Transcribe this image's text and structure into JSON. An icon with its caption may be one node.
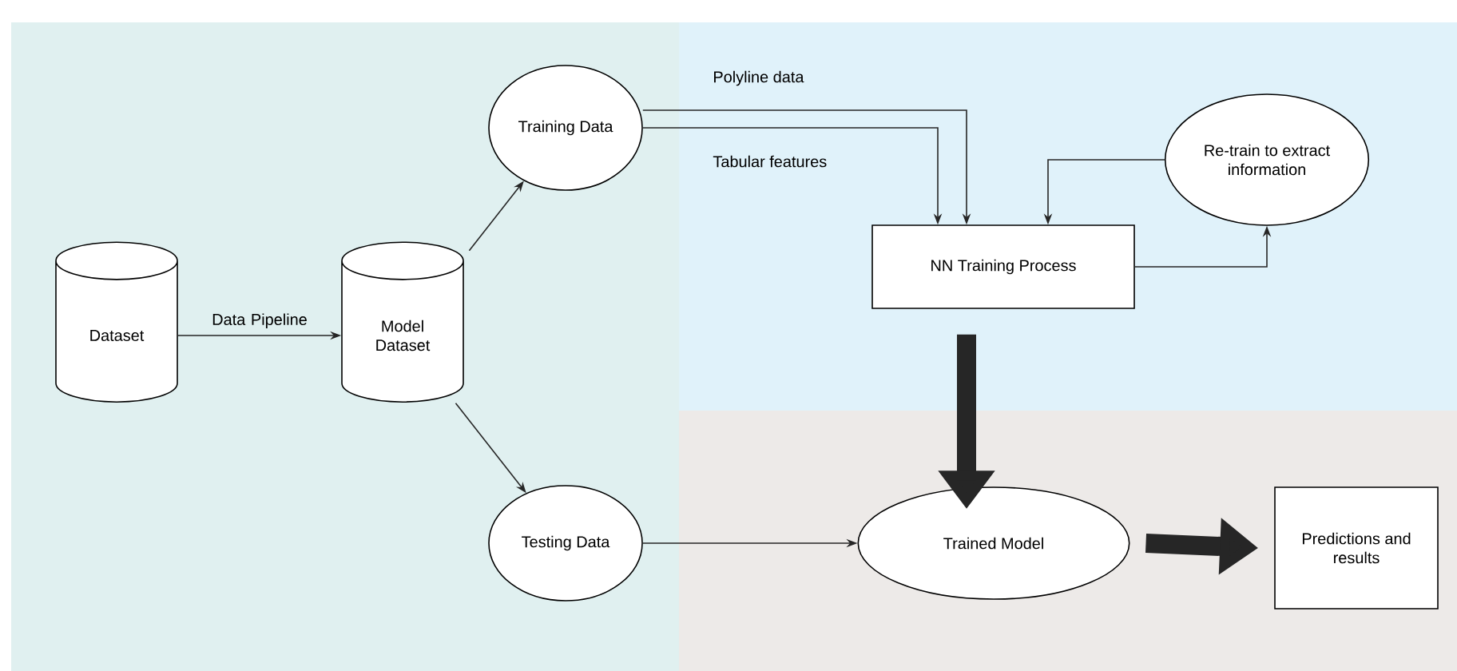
{
  "diagram": {
    "nodes": [
      {
        "text": [
          "Dataset"
        ]
      },
      {
        "text": [
          "Model Dataset"
        ]
      },
      {
        "text": [
          "Training Data"
        ]
      },
      {
        "text": [
          "Testing Data"
        ]
      },
      {
        "text": [
          "NN Training Process"
        ]
      },
      {
        "text": [
          "Re-train to extract information"
        ]
      },
      {
        "text": [
          "Trained Model"
        ]
      },
      {
        "text": [
          "Predictions and results"
        ]
      }
    ],
    "edges": [
      {
        "from": 0,
        "to": 1,
        "arrow": "to",
        "label": "Data Pipeline"
      },
      {
        "from": 1,
        "to": 2,
        "arrow": "to"
      },
      {
        "from": 1,
        "to": 3,
        "arrow": "to"
      },
      {
        "from": 2,
        "to": 4,
        "arrow": "to",
        "label": "Polyline data"
      },
      {
        "from": 2,
        "to": 4,
        "arrow": "to",
        "label": "Tabular features"
      },
      {
        "from": 5,
        "to": 4,
        "arrow": "to"
      },
      {
        "from": 4,
        "to": 5,
        "arrow": "to"
      },
      {
        "from": 3,
        "to": 6,
        "arrow": "to"
      },
      {
        "from": 4,
        "to": 6,
        "arrow": "to",
        "style": "thick"
      },
      {
        "from": 6,
        "to": 7,
        "arrow": "to",
        "style": "thick"
      }
    ]
  }
}
